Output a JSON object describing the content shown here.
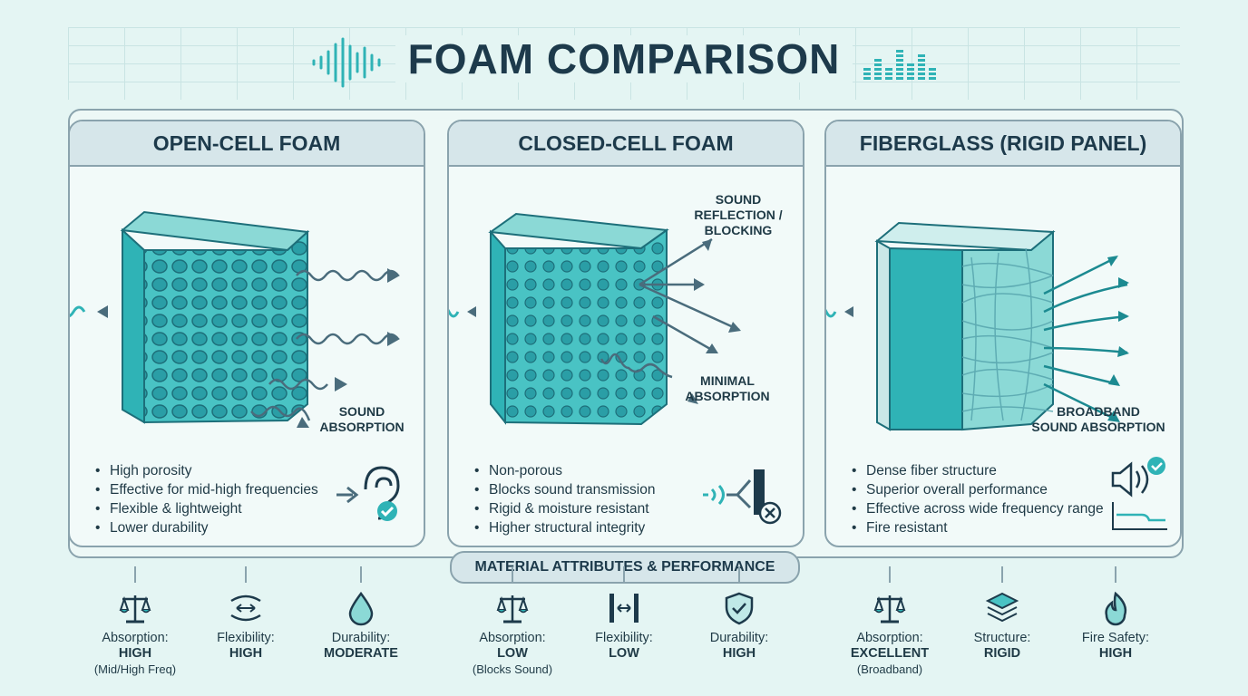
{
  "title": "FOAM COMPARISON",
  "colors": {
    "teal": "#3bbfbf",
    "dark_teal": "#1c8a91",
    "navy": "#1d3a4b",
    "arrow": "#4a6c7c"
  },
  "cards": [
    {
      "heading": "OPEN-CELL FOAM",
      "annotation": [
        "SOUND",
        "ABSORPTION"
      ],
      "bullets": [
        "High porosity",
        "Effective for mid-high frequencies",
        "Flexible & lightweight",
        "Lower durability"
      ],
      "icon": "ear-check-icon"
    },
    {
      "heading": "CLOSED-CELL FOAM",
      "annotation_top": [
        "SOUND",
        "REFLECTION /",
        "BLOCKING"
      ],
      "annotation_bottom": [
        "MINIMAL",
        "ABSORPTION"
      ],
      "bullets": [
        "Non-porous",
        "Blocks sound transmission",
        "Rigid & moisture resistant",
        "Higher structural integrity"
      ],
      "icon": "sound-block-icon"
    },
    {
      "heading": "FIBERGLASS (RIGID PANEL)",
      "annotation": [
        "BROADBAND",
        "SOUND ABSORPTION"
      ],
      "bullets": [
        "Dense fiber structure",
        "Superior overall performance",
        "Effective across wide frequency range",
        "Fire resistant"
      ],
      "icon": "speaker-check-icon"
    }
  ],
  "section_banner": "MATERIAL ATTRIBUTES & PERFORMANCE",
  "attributes": [
    {
      "icon": "scale-icon",
      "name": "Absorption:",
      "value": "HIGH",
      "sub": "(Mid/High Freq)"
    },
    {
      "icon": "flex-arrows-icon",
      "name": "Flexibility:",
      "value": "HIGH",
      "sub": ""
    },
    {
      "icon": "droplet-icon",
      "name": "Durability:",
      "value": "MODERATE",
      "sub": ""
    },
    {
      "icon": "scale-icon",
      "name": "Absorption:",
      "value": "LOW",
      "sub": "(Blocks Sound)"
    },
    {
      "icon": "rigid-bracket-icon",
      "name": "Flexibility:",
      "value": "LOW",
      "sub": ""
    },
    {
      "icon": "shield-check-icon",
      "name": "Durability:",
      "value": "HIGH",
      "sub": ""
    },
    {
      "icon": "scale-icon",
      "name": "Absorption:",
      "value": "EXCELLENT",
      "sub": "(Broadband)"
    },
    {
      "icon": "layers-icon",
      "name": "Structure:",
      "value": "RIGID",
      "sub": ""
    },
    {
      "icon": "flame-icon",
      "name": "Fire Safety:",
      "value": "HIGH",
      "sub": ""
    }
  ]
}
